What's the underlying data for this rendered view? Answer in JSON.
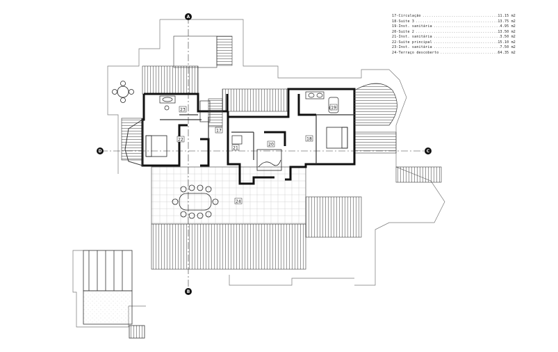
{
  "legend": {
    "rows": [
      {
        "name": "17-Circulação",
        "area": "11.15 m2"
      },
      {
        "name": "18-Suite 3",
        "area": "13.75 m2"
      },
      {
        "name": "19-Inst. sanitária",
        "area": "4.95 m2"
      },
      {
        "name": "20-Suite 2",
        "area": "13.50 m2"
      },
      {
        "name": "21-Inst. sanitária",
        "area": "3.50 m2"
      },
      {
        "name": "22-Suite principal",
        "area": "15.10 m2"
      },
      {
        "name": "23-Inst. sanitária",
        "area": "7.50 m2"
      },
      {
        "name": "24-Terraço descoberto",
        "area": "64.35 m2"
      }
    ]
  },
  "room_tags": {
    "r17": "17",
    "r18": "18",
    "r19": "19",
    "r20": "20",
    "r21": "21",
    "r22": "22",
    "r23": "23",
    "r24": "24"
  },
  "section_markers": {
    "top": "A",
    "bottom": "B",
    "left": "D",
    "right": "C"
  }
}
